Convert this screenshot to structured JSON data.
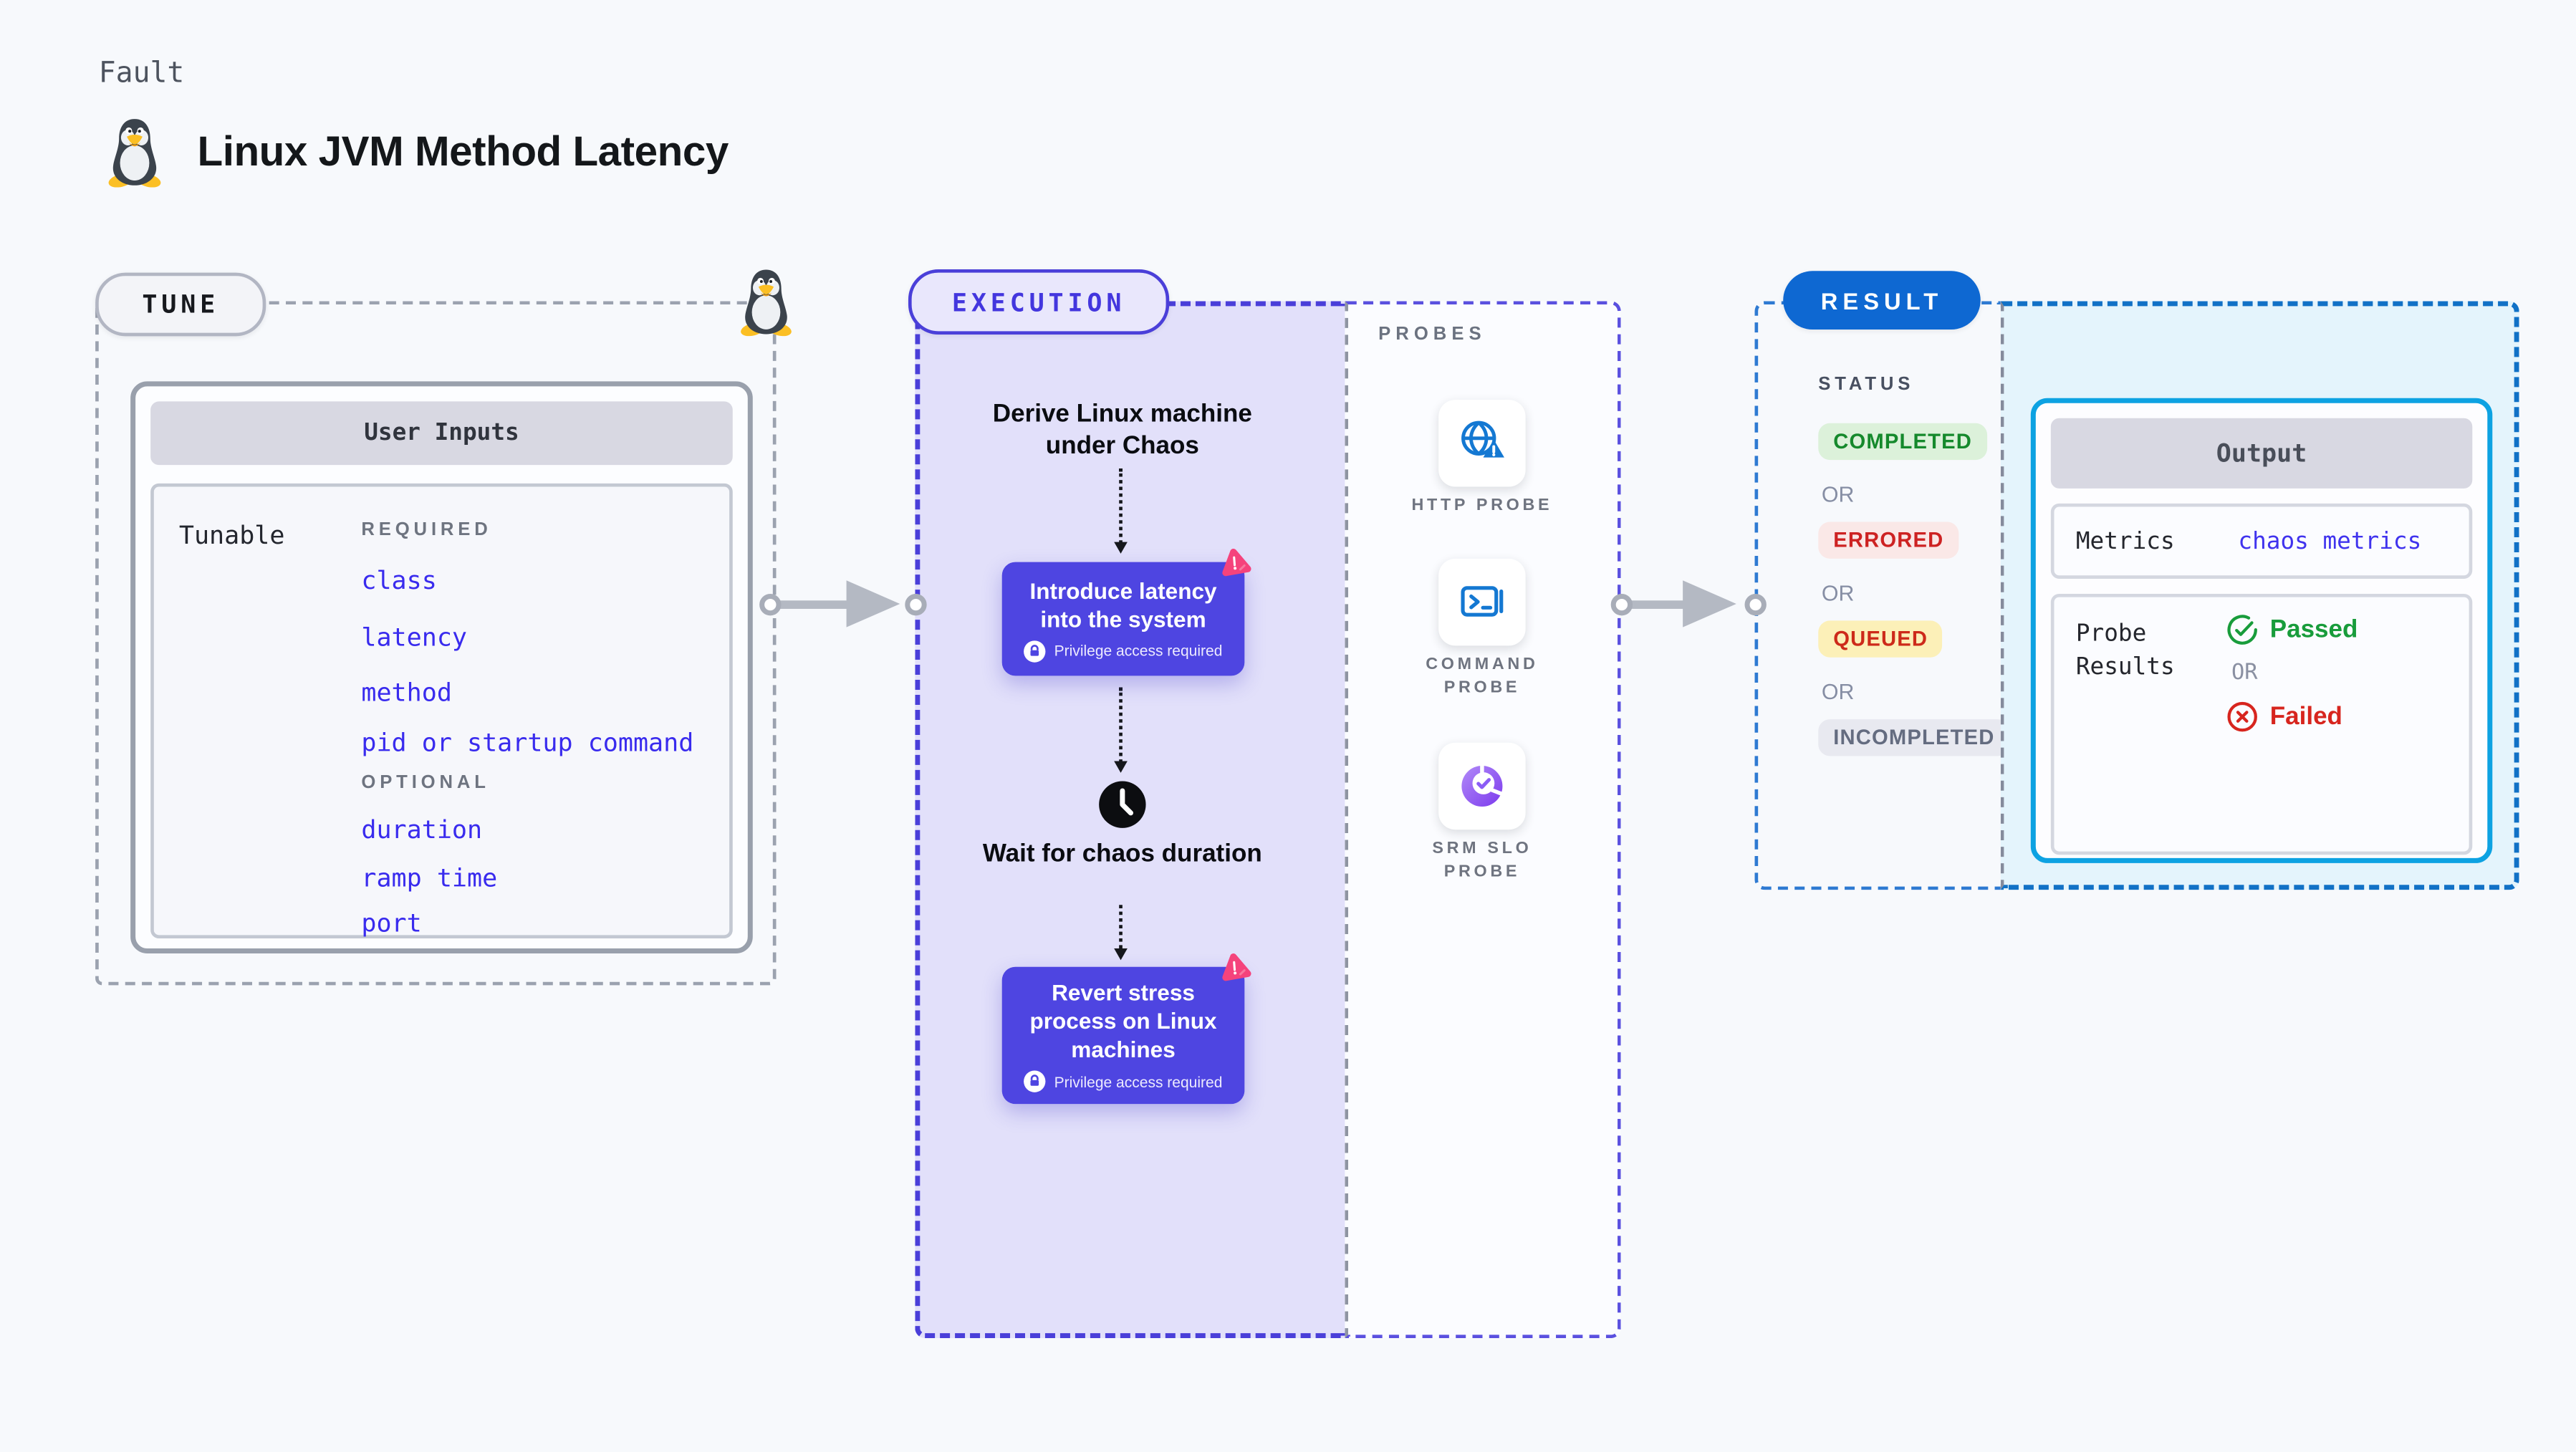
{
  "header": {
    "kicker": "Fault",
    "title": "Linux JVM Method Latency",
    "title_icon": "linux-tux-icon"
  },
  "tune": {
    "badge": "TUNE",
    "corner_icon": "linux-tux-icon",
    "card_title": "User Inputs",
    "row_label": "Tunable",
    "required_label": "REQUIRED",
    "required_items": [
      "class",
      "latency",
      "method",
      "pid or startup command"
    ],
    "optional_label": "OPTIONAL",
    "optional_items": [
      "duration",
      "ramp time",
      "port"
    ]
  },
  "execution": {
    "badge": "EXECUTION",
    "derive_step": "Derive Linux machine under Chaos",
    "introduce_step": "Introduce latency into the system",
    "wait_step": "Wait for chaos duration",
    "revert_step": "Revert stress process on Linux machines",
    "privilege_note": "Privilege access required"
  },
  "probes": {
    "label": "PROBES",
    "items": [
      {
        "label": "HTTP PROBE",
        "icon": "globe-alert-icon"
      },
      {
        "label": "COMMAND PROBE",
        "icon": "terminal-icon"
      },
      {
        "label": "SRM SLO PROBE",
        "icon": "slo-donut-check-icon"
      }
    ]
  },
  "result": {
    "badge": "RESULT",
    "status_label": "STATUS",
    "or_label": "OR",
    "statuses": [
      {
        "label": "COMPLETED",
        "fg": "#15892c",
        "bg": "#dcf1da"
      },
      {
        "label": "ERRORED",
        "fg": "#cd2222",
        "bg": "#fae8e7"
      },
      {
        "label": "QUEUED",
        "fg": "#cd2a1a",
        "bg": "#fcf0b8"
      },
      {
        "label": "INCOMPLETED",
        "fg": "#646c80",
        "bg": "#e8e9f0"
      }
    ],
    "output": {
      "title": "Output",
      "metrics_label": "Metrics",
      "metrics_value": "chaos metrics",
      "probe_results_label": "Probe Results",
      "passed_label": "Passed",
      "failed_label": "Failed",
      "or_label": "OR"
    }
  },
  "colors": {
    "accent_indigo": "#4a3fd9",
    "accent_blue": "#0e68d2",
    "accent_cyan": "#0da2e2",
    "accent_pink": "#f5437c",
    "success_green": "#189c3b",
    "error_red": "#d7251e",
    "link_blue": "#4033ee"
  }
}
